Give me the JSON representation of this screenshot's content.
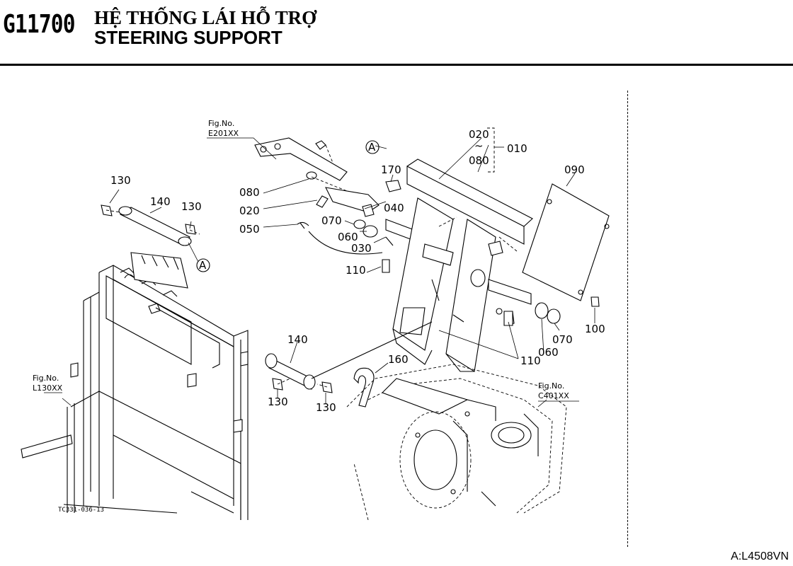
{
  "header": {
    "code": "G11700",
    "title_vn": "HỆ THỐNG LÁI HỖ TRỢ",
    "title_en": "STEERING SUPPORT"
  },
  "figure_refs": [
    {
      "line1": "Fig.No.",
      "line2": "E201XX"
    },
    {
      "line1": "Fig.No.",
      "line2": "L130XX"
    },
    {
      "line1": "Fig.No.",
      "line2": "C401XX"
    }
  ],
  "group_label": {
    "top": "020",
    "tilde": "~",
    "bottom": "080",
    "group": "010"
  },
  "ref_marks": [
    "A",
    "A"
  ],
  "part_labels": [
    "130",
    "140",
    "130",
    "080",
    "020",
    "050",
    "070",
    "060",
    "030",
    "040",
    "170",
    "090",
    "110",
    "110",
    "060",
    "070",
    "100",
    "140",
    "160",
    "130",
    "130"
  ],
  "drawing_code": "TC331-036-13",
  "doc_ref": "A:L4508VN"
}
